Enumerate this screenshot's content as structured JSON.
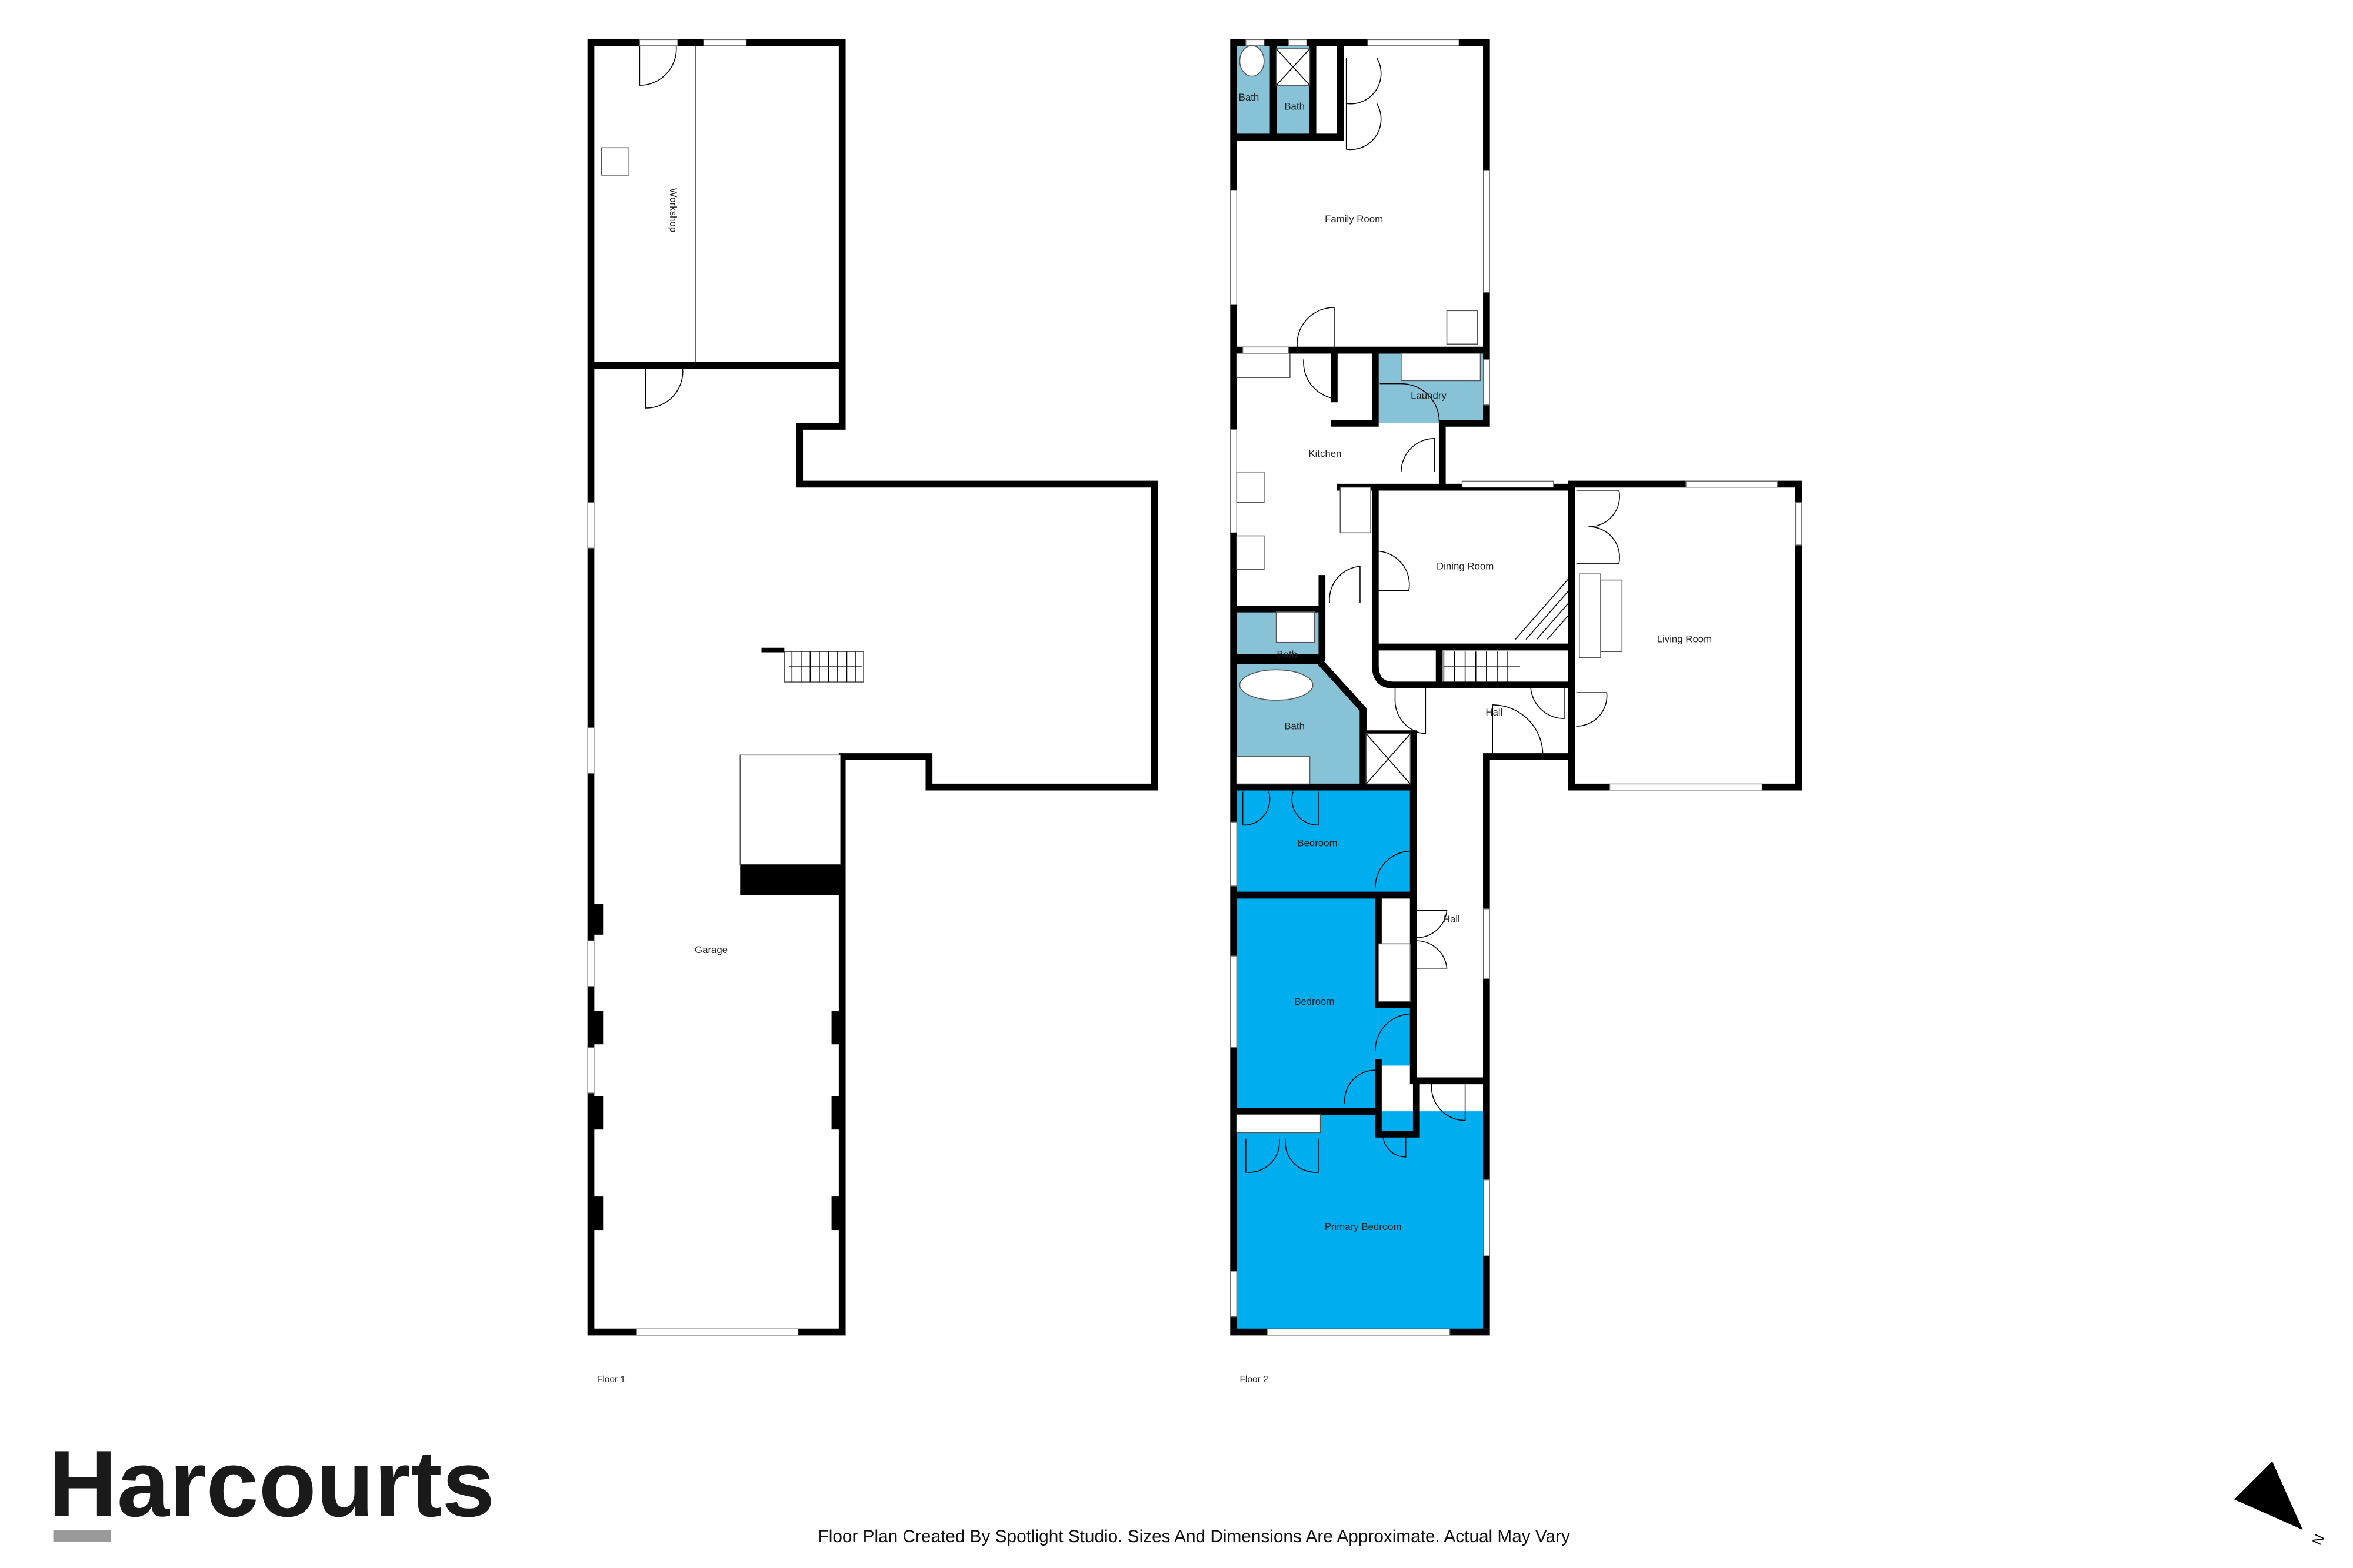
{
  "colors": {
    "wet_area": "#88c2d6",
    "bedroom": "#00adee",
    "wall": "#000000",
    "logo_bar": "#999999"
  },
  "floor1": {
    "label": "Floor 1",
    "rooms": {
      "workshop": "Workshop",
      "garage": "Garage"
    }
  },
  "floor2": {
    "label": "Floor 2",
    "rooms": {
      "bath_top_left": "Bath",
      "bath_top_right": "Bath",
      "family_room": "Family Room",
      "laundry": "Laundry",
      "kitchen": "Kitchen",
      "dining_room": "Dining Room",
      "living_room": "Living Room",
      "bath_middle": "Bath",
      "bath_lower": "Bath",
      "hall_upper": "Hall",
      "hall_lower": "Hall",
      "bedroom_1": "Bedroom",
      "bedroom_2": "Bedroom",
      "primary_bedroom": "Primary Bedroom"
    }
  },
  "branding": {
    "logo": "Harcourts"
  },
  "footer": {
    "disclaimer": "Floor Plan Created By Spotlight Studio. Sizes And Dimensions Are Approximate. Actual May Vary"
  },
  "compass": {
    "icon": "north-arrow-icon",
    "label": "N"
  }
}
